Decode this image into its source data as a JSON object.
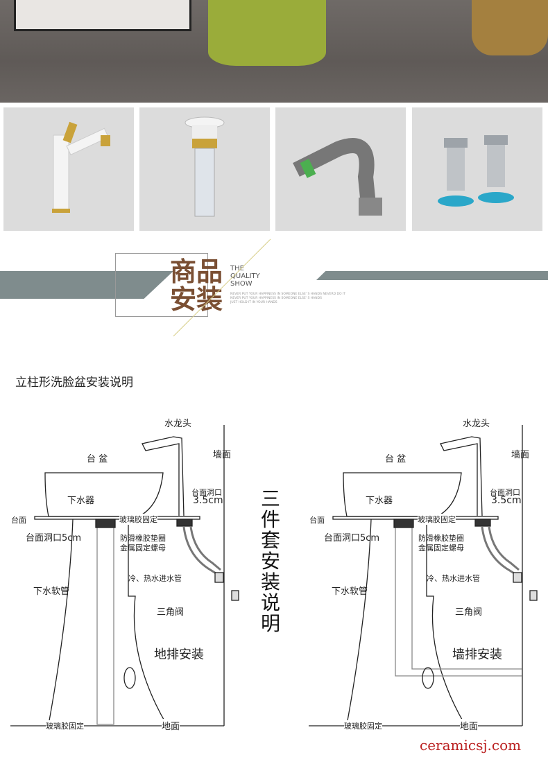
{
  "banner": {
    "title_cn_1": "商品",
    "title_cn_2": "安装",
    "en_1": "THE",
    "en_2": "QUALITY",
    "en_3": "SHOW",
    "tagline_1": "NEVER PUT YOUR HAPPINESS IN SOMEONE ELSE'  S HANDS NEVERD DO IT",
    "tagline_2": "NEVER PUT YOUR HAPPINESS IN SOMEONE ELSE'  S HANDS",
    "tagline_3": "JUST HOLD IT IN YOUR HANDS"
  },
  "products": [
    {
      "icon": "faucet-icon"
    },
    {
      "icon": "drain-icon"
    },
    {
      "icon": "drain-hose-icon"
    },
    {
      "icon": "angle-valve-icon"
    }
  ],
  "diagram": {
    "heading": "立柱形洗脸盆安装说明",
    "center_title": "三件套安装说明",
    "labels": {
      "faucet": "水龙头",
      "basin": "台 盆",
      "wall": "墙面",
      "counter_hole": "台面洞口",
      "hole_size": "3.5cm",
      "drain": "下水器",
      "counter": "台面",
      "glass_glue": "玻璃胶固定",
      "counter_hole_5": "台面洞口5cm",
      "rubber_gasket": "防滑橡胶垫圈",
      "metal_nut": "金属固定螺母",
      "water_pipe": "冷、热水进水管",
      "drain_hose": "下水软管",
      "angle_valve": "三角阀",
      "floor": "地面",
      "glass_glue_bottom": "玻璃胶固定"
    },
    "left_caption": "地排安装",
    "right_caption": "墙排安装"
  },
  "watermark": "ceramicsj.com",
  "colors": {
    "accent_brown": "#7a4f33",
    "band": "#7f8c8d"
  }
}
